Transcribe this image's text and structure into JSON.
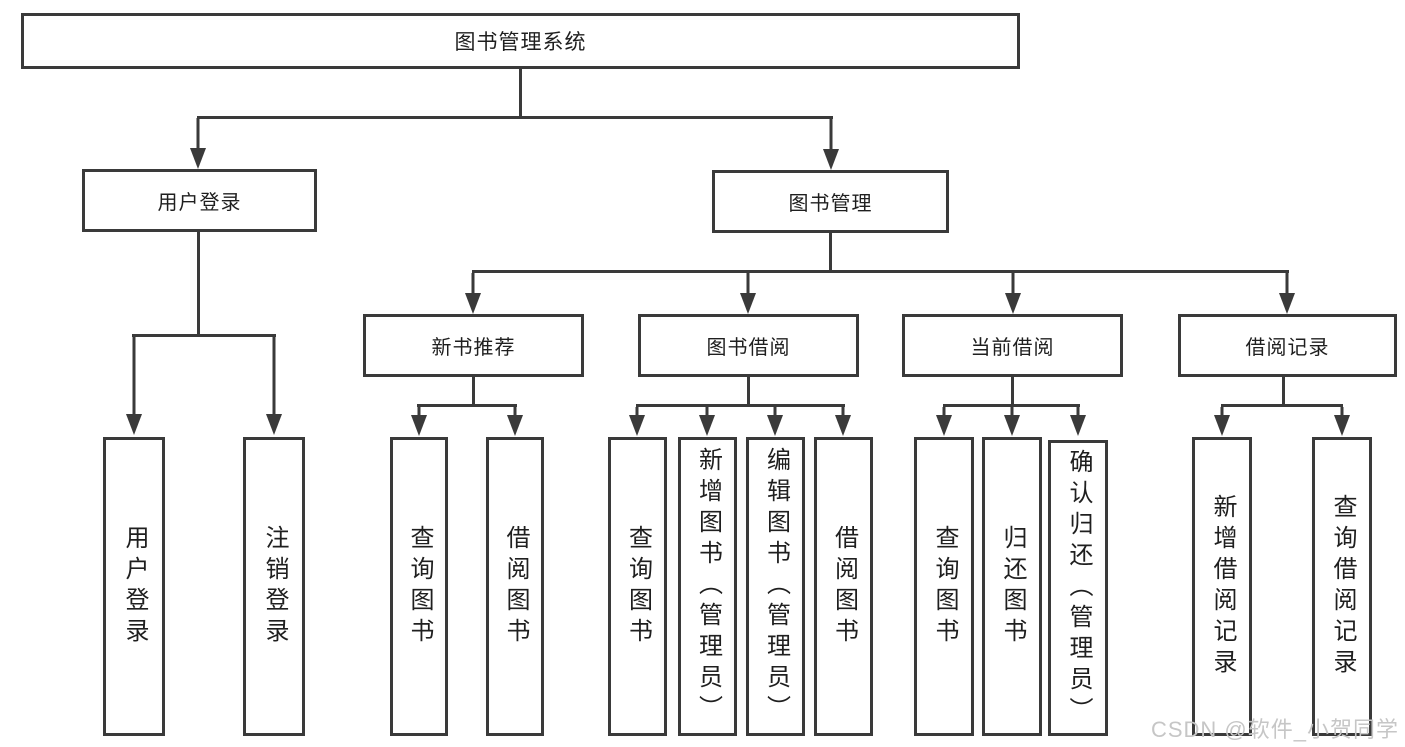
{
  "diagram": {
    "root": {
      "label": "图书管理系统"
    },
    "level2": [
      {
        "label": "用户登录"
      },
      {
        "label": "图书管理"
      }
    ],
    "level3": [
      {
        "label": "新书推荐"
      },
      {
        "label": "图书借阅"
      },
      {
        "label": "当前借阅"
      },
      {
        "label": "借阅记录"
      }
    ],
    "leaves": {
      "user_login": [
        "用户登录",
        "注销登录"
      ],
      "new_book": [
        "查询图书",
        "借阅图书"
      ],
      "book_borrow": [
        "查询图书",
        "新增图书（管理员）",
        "编辑图书（管理员）",
        "借阅图书"
      ],
      "current_borrow": [
        "查询图书",
        "归还图书",
        "确认归还（管理员）"
      ],
      "borrow_record": [
        "新增借阅记录",
        "查询借阅记录"
      ]
    }
  },
  "watermark": {
    "text": "CSDN @软件_小贺同学"
  },
  "colors": {
    "line": "#3a3a3a",
    "text": "#1f1f1f",
    "watermark": "#c6c6c6",
    "background": "#ffffff"
  }
}
